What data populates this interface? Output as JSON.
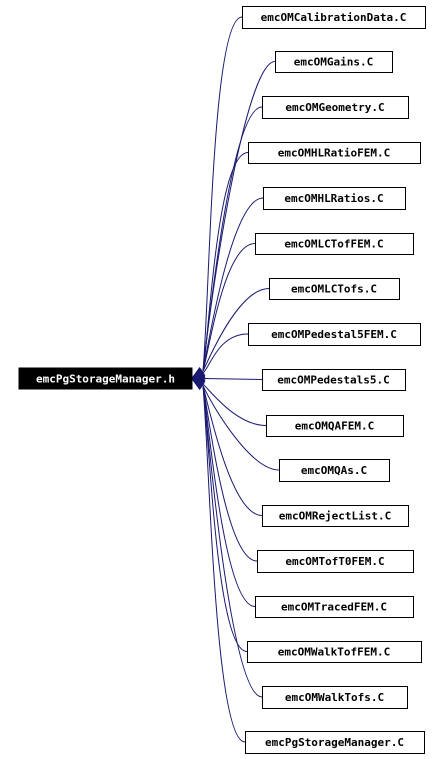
{
  "graph": {
    "edge_color": "#191970",
    "root": {
      "label": "emcPgStorageManager.h"
    },
    "nodes": [
      {
        "label": "emcOMCalibrationData.C"
      },
      {
        "label": "emcOMGains.C"
      },
      {
        "label": "emcOMGeometry.C"
      },
      {
        "label": "emcOMHLRatioFEM.C"
      },
      {
        "label": "emcOMHLRatios.C"
      },
      {
        "label": "emcOMLCTofFEM.C"
      },
      {
        "label": "emcOMLCTofs.C"
      },
      {
        "label": "emcOMPedestal5FEM.C"
      },
      {
        "label": "emcOMPedestals5.C"
      },
      {
        "label": "emcOMQAFEM.C"
      },
      {
        "label": "emcOMQAs.C"
      },
      {
        "label": "emcOMRejectList.C"
      },
      {
        "label": "emcOMTofT0FEM.C"
      },
      {
        "label": "emcOMTracedFEM.C"
      },
      {
        "label": "emcOMWalkTofFEM.C"
      },
      {
        "label": "emcOMWalkTofs.C"
      },
      {
        "label": "emcPgStorageManager.C"
      }
    ]
  }
}
